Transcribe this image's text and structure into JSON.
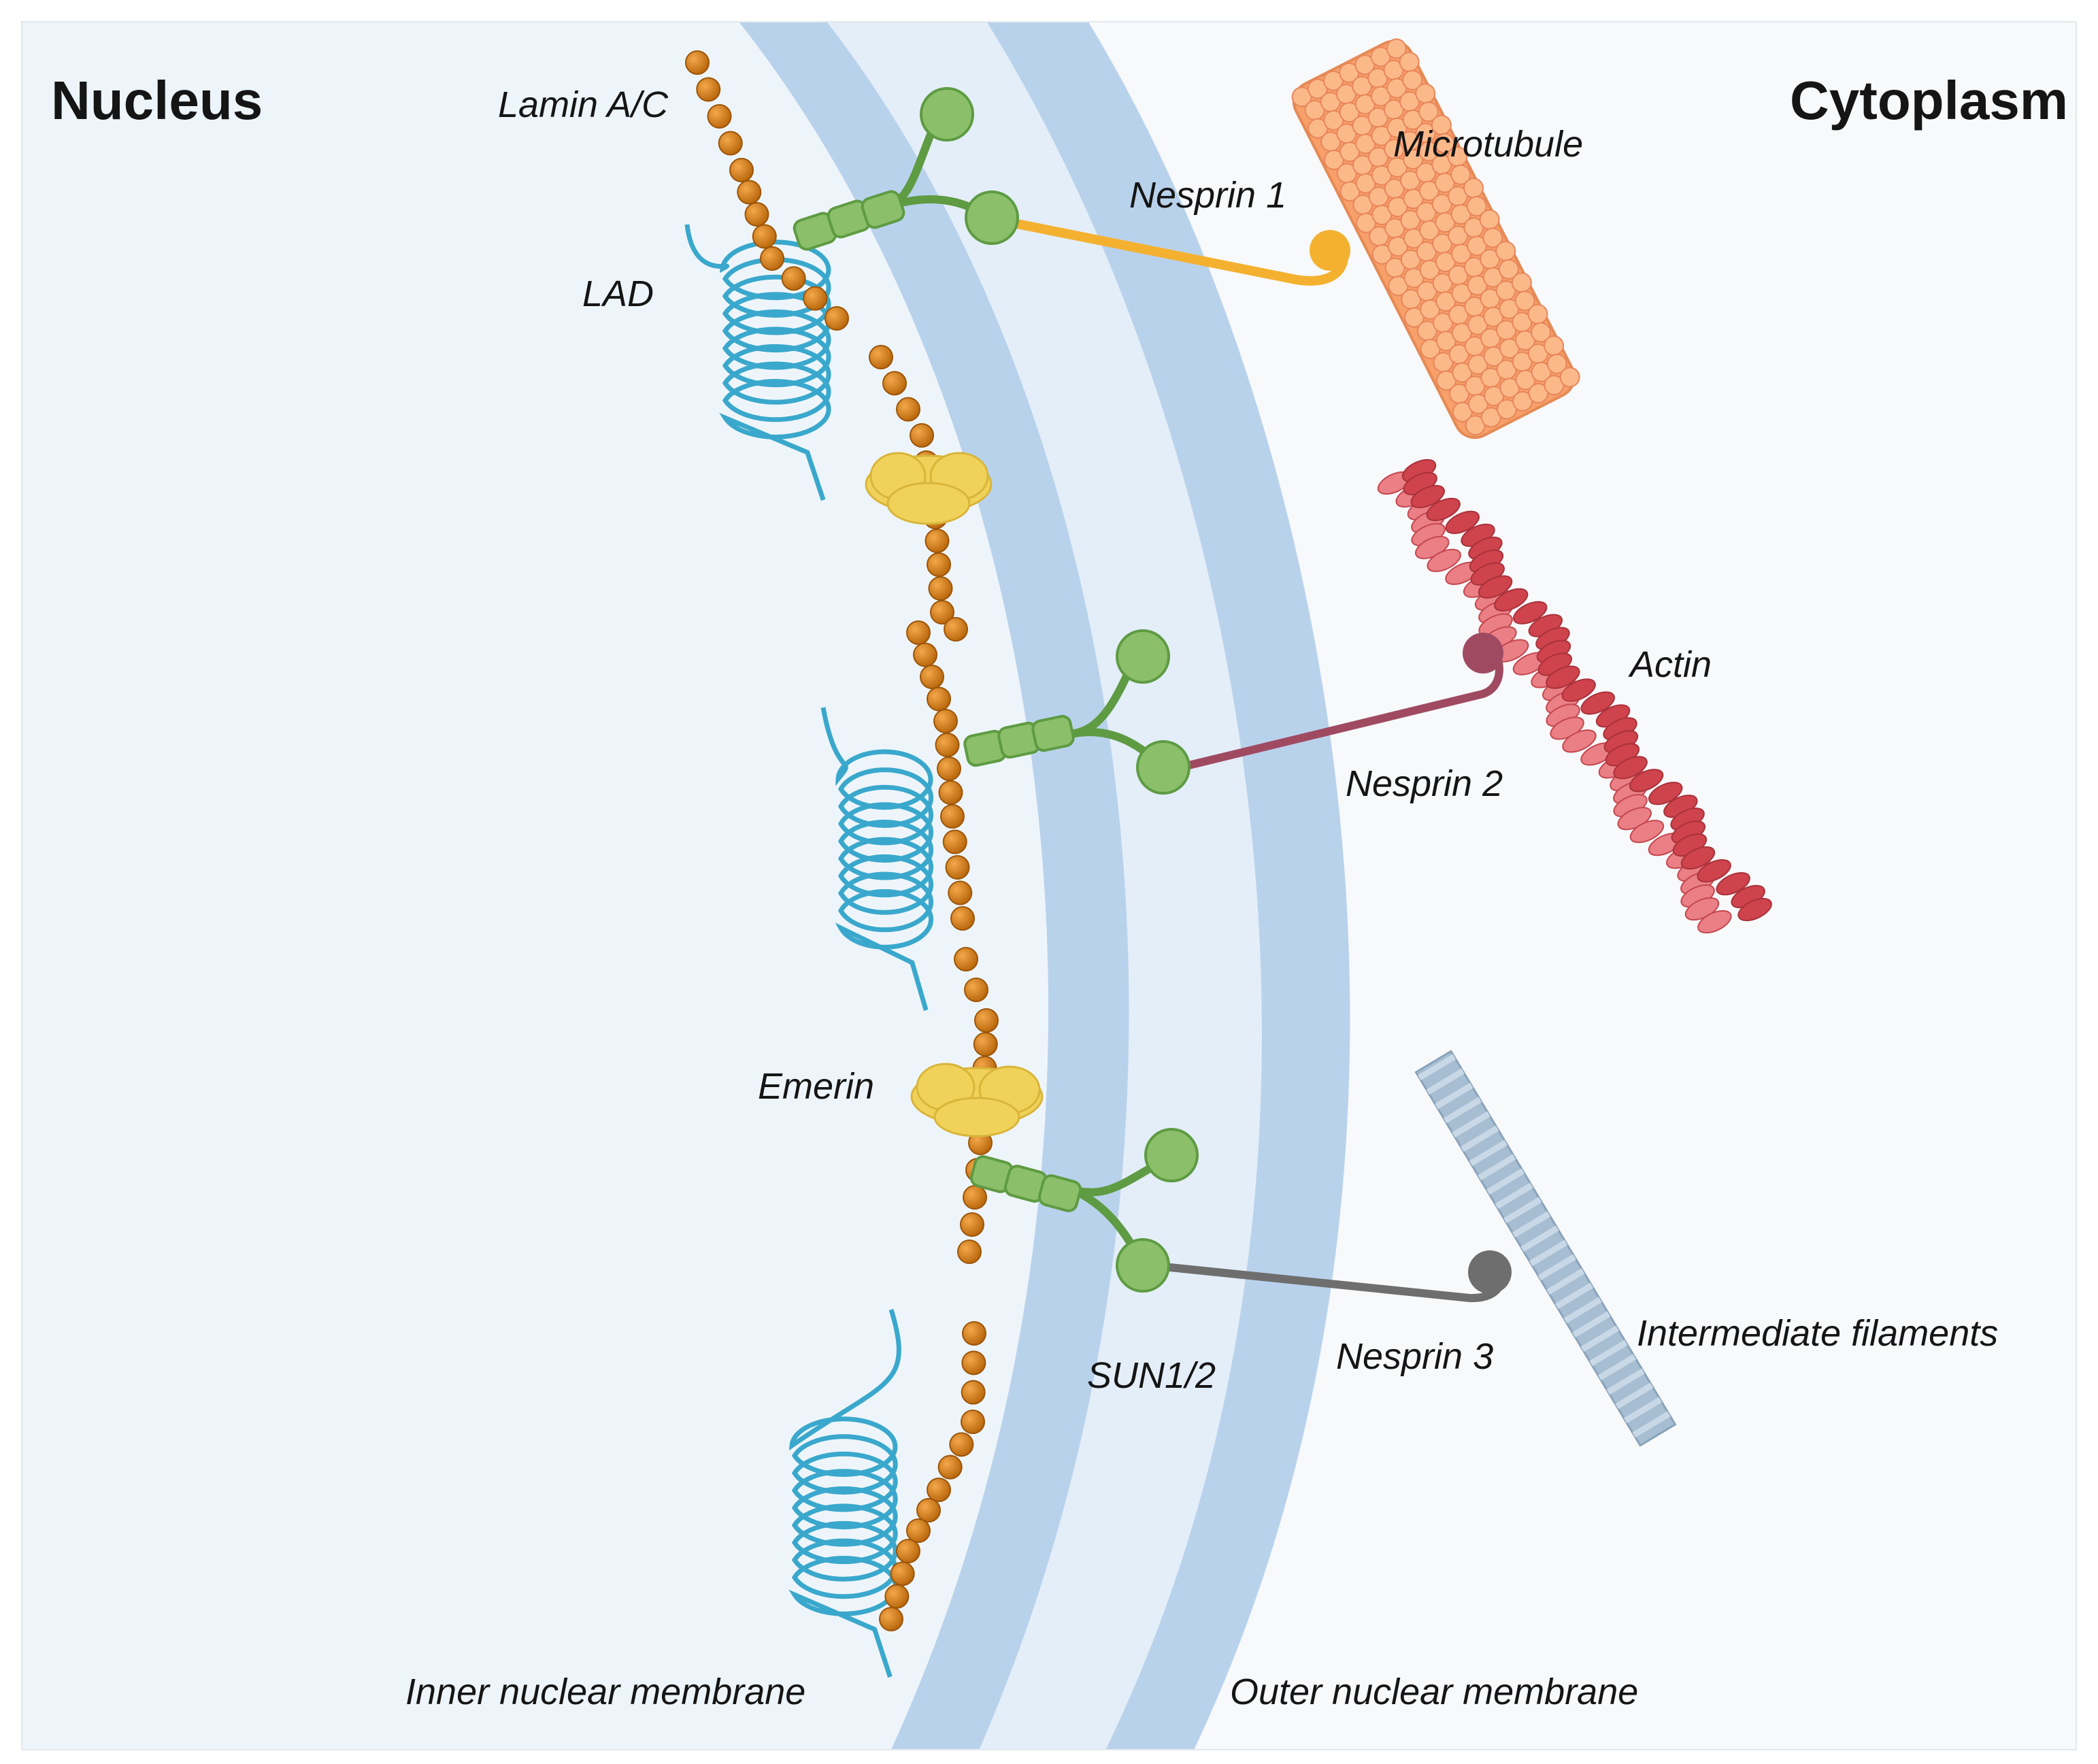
{
  "headings": {
    "nucleus": "Nucleus",
    "cytoplasm": "Cytoplasm"
  },
  "labels": {
    "lamin": "Lamin A/C",
    "lad": "LAD",
    "emerin": "Emerin",
    "sun": "SUN1/2",
    "microtubule": "Microtubule",
    "nesprin1": "Nesprin 1",
    "actin": "Actin",
    "nesprin2": "Nesprin 2",
    "nesprin3": "Nesprin 3",
    "intermediate": "Intermediate filaments",
    "inner_membrane": "Inner nuclear membrane",
    "outer_membrane": "Outer nuclear membrane"
  },
  "colors": {
    "nucleus_bg": "#eef5fa",
    "cytoplasm_bg": "#f7f9fb",
    "membrane": "#b9d2ec",
    "perinuclear_space": "#e4eef8",
    "lamin": "#d77f11",
    "lad": "#3aa8cc",
    "emerin": "#f0d25a",
    "sun": "#8cbf6a",
    "microtubule": "#f7a06a",
    "nesprin1": "#f4b130",
    "actin": "#d9505a",
    "nesprin2": "#a04a62",
    "nesprin3": "#6e6e6e",
    "intermediate": "#a6bdd2"
  }
}
